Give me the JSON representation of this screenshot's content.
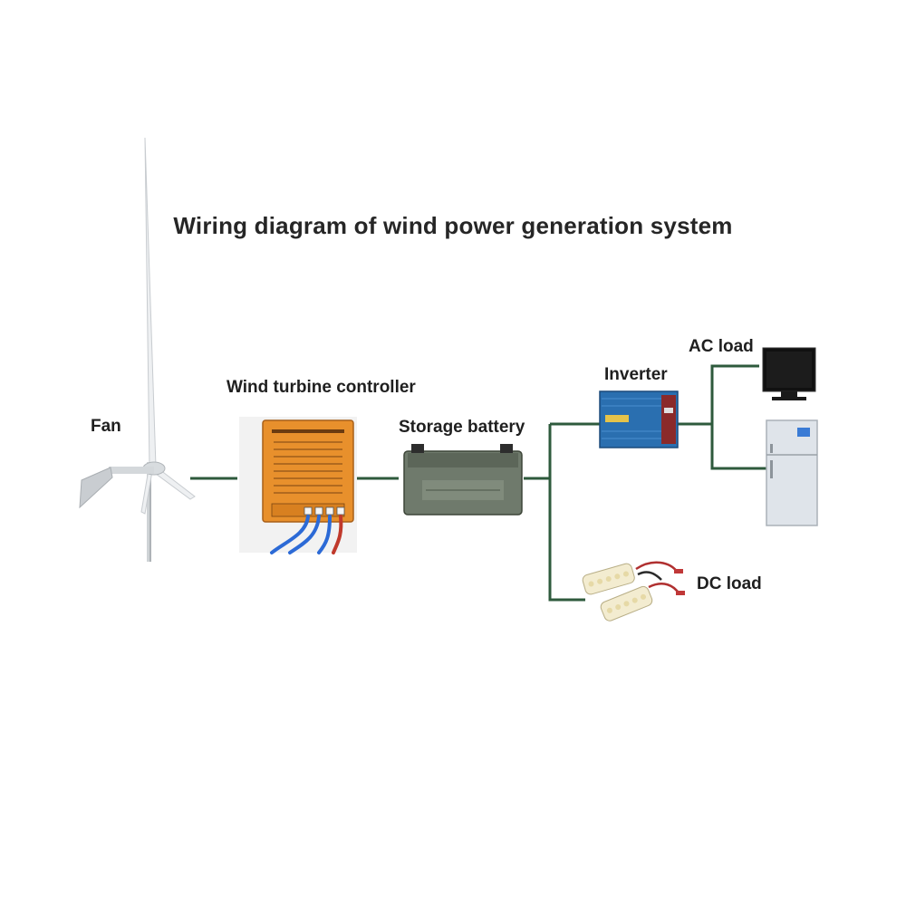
{
  "title": "Wiring diagram of wind power generation system",
  "labels": {
    "fan": "Fan",
    "controller": "Wind turbine controller",
    "battery": "Storage battery",
    "inverter": "Inverter",
    "ac_load": "AC load",
    "dc_load": "DC load"
  },
  "colors": {
    "wire": "#2e5a3c",
    "controller_body": "#e8902c",
    "battery_body": "#6f7a6c",
    "inverter_body": "#2a6fb0",
    "tv_screen": "#111111",
    "fridge_body": "#dfe4ea",
    "cable_blue": "#2c6ad6",
    "cable_red": "#c0392b"
  },
  "icons": [
    "wind-turbine-icon",
    "controller-icon",
    "battery-icon",
    "inverter-icon",
    "tv-icon",
    "refrigerator-icon",
    "dc-lamp-icon"
  ]
}
